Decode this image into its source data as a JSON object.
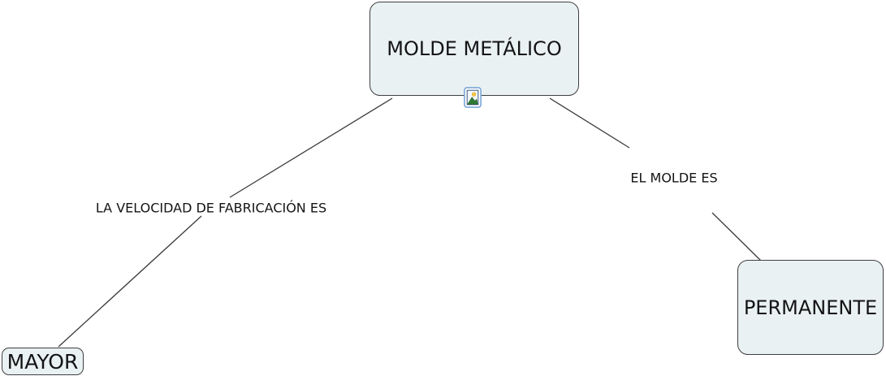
{
  "canvas": {
    "kind": "concept-map",
    "background": "#ffffff"
  },
  "colors": {
    "node_fill": "#eaf1f3",
    "node_border": "#3f3f3f",
    "line": "#3a3a3a",
    "text": "#141414",
    "icon_frame": "#7aa7d6"
  },
  "nodes": [
    {
      "id": "molde-metalico",
      "label": "MOLDE METÁLICO"
    },
    {
      "id": "mayor",
      "label": "MAYOR"
    },
    {
      "id": "permanente",
      "label": "PERMANENTE"
    }
  ],
  "links": [
    {
      "id": "velocidad",
      "label": "LA VELOCIDAD DE FABRICACIÓN ES",
      "from": "MOLDE METÁLICO",
      "to": "MAYOR"
    },
    {
      "id": "molde-es",
      "label": "EL MOLDE ES",
      "from": "MOLDE METÁLICO",
      "to": "PERMANENTE"
    }
  ],
  "icons": [
    {
      "name": "image-resource-icon",
      "attached_to": "MOLDE METÁLICO"
    }
  ]
}
